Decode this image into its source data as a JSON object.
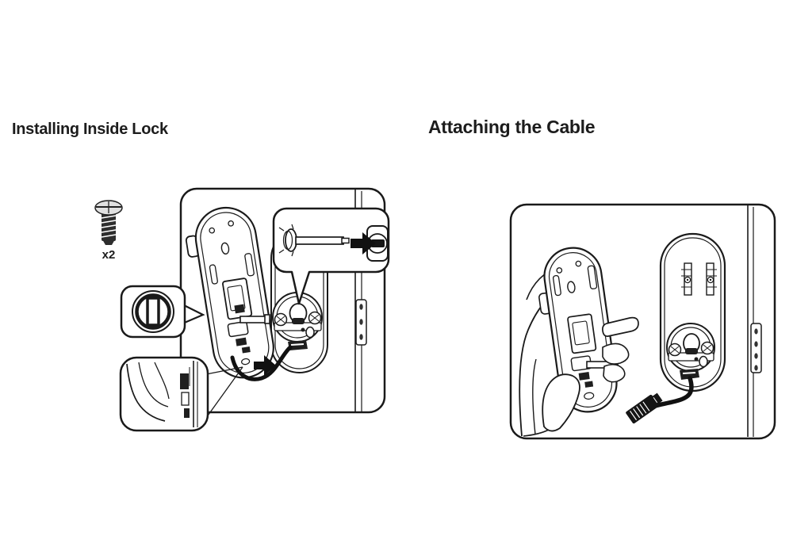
{
  "page": {
    "background_color": "#ffffff",
    "text_color": "#1c1c1c",
    "line_color": "#1a1a1a",
    "arrow_color": "#111111"
  },
  "sections": [
    {
      "title": "Installing Inside Lock",
      "parts_label": "x2",
      "illustration": {
        "name": "inside-lock-installation-diagram",
        "elements": [
          "screw-icon",
          "door-panel",
          "latch-faceplate",
          "mounting-plate",
          "deadbolt-hub",
          "inside-lock-unit",
          "spindle",
          "connector-cable",
          "right-arrow-icon",
          "spindle-detail-callout",
          "thumbturn-detail-callout",
          "connector-detail-callout"
        ]
      }
    },
    {
      "title": "Attaching the Cable",
      "illustration": {
        "name": "cable-attachment-diagram",
        "elements": [
          "door-panel",
          "latch-faceplate",
          "mounting-plate",
          "deadbolt-hub",
          "cable-connector",
          "hand-holding-lock",
          "inside-lock-unit",
          "spindle"
        ]
      }
    }
  ]
}
